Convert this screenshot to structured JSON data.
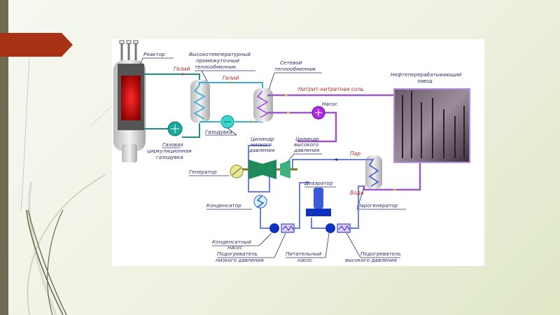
{
  "slide": {
    "accent_color": "#a83216",
    "sidebar_color": "#6f6a52"
  },
  "diagram": {
    "title": "",
    "labels": {
      "reactor": "Реактор",
      "htx": "Высокотемпературный промежуточный теплообменник",
      "htx_line1": "Высокотемпературный",
      "htx_line2": "промежуточный",
      "htx_line3": "теплообменник",
      "net_hx_line1": "Сетевой",
      "net_hx_line2": "теплообменник",
      "refinery_line1": "Нефтеперерабатывающий",
      "refinery_line2": "завод",
      "helium_1": "Гелий",
      "helium_2": "Гелий",
      "salt": "Нитрит-нитратная соль",
      "pump": "Насос",
      "blower": "Газодувка",
      "gas_blower_line1": "Газовая",
      "gas_blower_line2": "циркуляционная",
      "gas_blower_line3": "газодувка",
      "lp_cyl_line1": "Цилиндр",
      "lp_cyl_line2": "низкого",
      "lp_cyl_line3": "давления",
      "hp_cyl_line1": "Цилиндр",
      "hp_cyl_line2": "высокого",
      "hp_cyl_line3": "давления",
      "generator": "Генератор",
      "condenser": "Конденсатор",
      "steam": "Пар",
      "water": "Вода",
      "deaerator": "Деаэратор",
      "steam_generator": "Парогенератор",
      "cond_pump_line1": "Конденсатный",
      "cond_pump_line2": "насос",
      "lp_heater_line1": "Подогреватель",
      "lp_heater_line2": "низкого давления",
      "feed_pump_line1": "Питательный",
      "feed_pump_line2": "насос",
      "hp_heater_line1": "Подогреватель",
      "hp_heater_line2": "высокого давления"
    },
    "colors": {
      "helium_loop": "#1f8f8a",
      "helium_inner": "#3aaed8",
      "salt_loop": "#9b59c9",
      "water_steam": "#3b5bdb",
      "reactor_core": "#e00000",
      "pump_teal": "#1aa89a",
      "pump_blue": "#1030c0",
      "turbine": "#1f8a5a",
      "generator": "#e8e890"
    }
  }
}
